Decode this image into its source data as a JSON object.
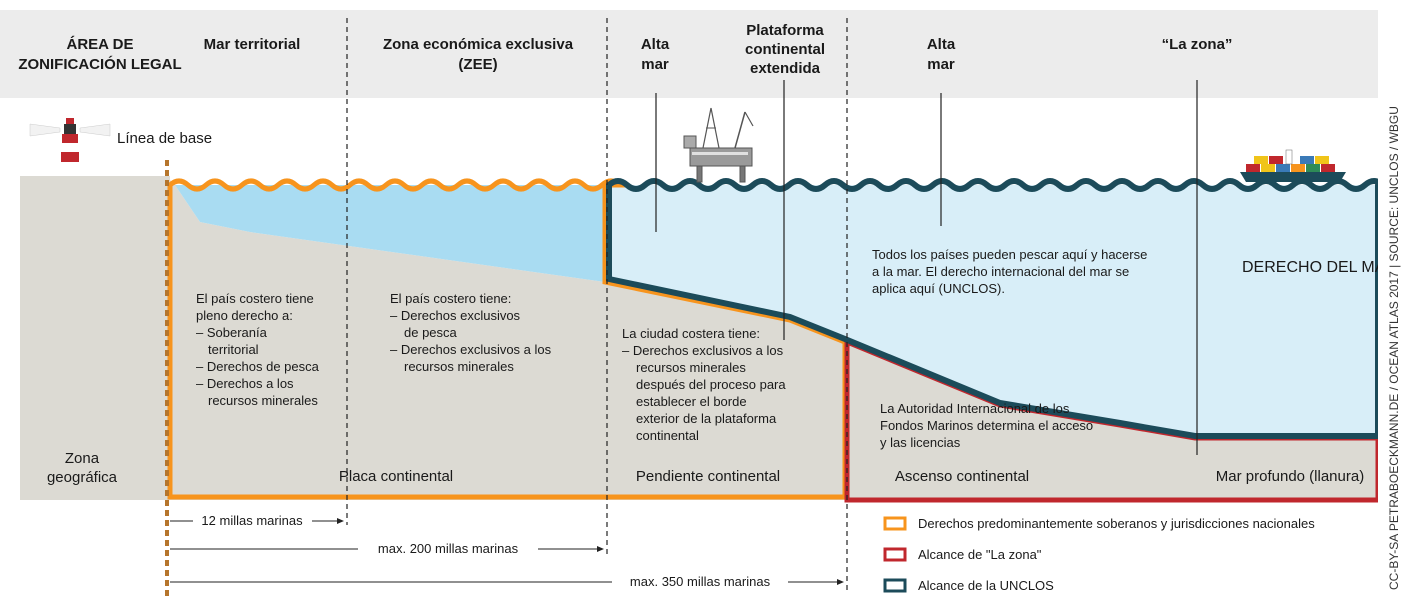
{
  "colors": {
    "orange": "#f7941d",
    "red": "#c0272d",
    "teal": "#1c4b5a",
    "sea_light": "#d8eef8",
    "sea_shelf": "#a9dcf2",
    "land": "#dcdad3",
    "header_bg": "#ececec"
  },
  "header": {
    "zoning_label": [
      "ÁREA DE",
      "ZONIFICACIÓN LEGAL"
    ],
    "territorial_sea": "Mar territorial",
    "eez": [
      "Zona económica exclusiva",
      "(ZEE)"
    ],
    "high_sea_1": [
      "Alta",
      "mar"
    ],
    "extended_shelf": [
      "Plataforma",
      "continental",
      "extendida"
    ],
    "high_sea_2": [
      "Alta",
      "mar"
    ],
    "the_area": "“La zona”"
  },
  "baseline_label": "Línea de base",
  "sea_law_label": "DERECHO DEL MAR",
  "texts": {
    "territorial": [
      "El país costero tiene",
      "pleno derecho a:",
      "– Soberanía",
      "territorial",
      "– Derechos de pesca",
      "– Derechos a los",
      "recursos minerales"
    ],
    "eez": [
      "El país costero tiene:",
      "– Derechos exclusivos",
      "de pesca",
      "– Derechos exclusivos a los",
      "recursos minerales"
    ],
    "extended": [
      "La ciudad costera tiene:",
      "– Derechos exclusivos a los",
      "recursos minerales",
      "después del proceso para",
      "establecer el borde",
      "exterior de la plataforma",
      "continental"
    ],
    "high_sea": [
      "Todos los países pueden pescar aquí y hacerse",
      "a la mar. El derecho internacional del mar se",
      "aplica aquí (UNCLOS)."
    ],
    "authority": [
      "La Autoridad Internacional de los",
      "Fondos Marinos determina el acceso",
      "y las licencias"
    ]
  },
  "zones": {
    "geographic": [
      "Zona",
      "geográfica"
    ],
    "continental_plate": "Placa continental",
    "continental_slope": "Pendiente continental",
    "continental_rise": "Ascenso continental",
    "deep_sea": "Mar profundo (llanura)"
  },
  "distances": {
    "d12": "12 millas marinas",
    "d200": "max. 200 millas marinas",
    "d350": "max. 350 millas marinas"
  },
  "legend": [
    {
      "label": "Derechos predominantemente soberanos y jurisdicciones nacionales",
      "color": "#f7941d"
    },
    {
      "label": "Alcance de \"La zona\"",
      "color": "#c0272d"
    },
    {
      "label": "Alcance de la UNCLOS",
      "color": "#1c4b5a"
    }
  ],
  "credit": "CC-BY-SA PETRABOECKMANN.DE / OCEAN ATLAS 2017 | SOURCE: UNCLOS / WBGU",
  "icons": [
    "lighthouse-icon",
    "oil-platform-icon",
    "cargo-ship-icon"
  ]
}
